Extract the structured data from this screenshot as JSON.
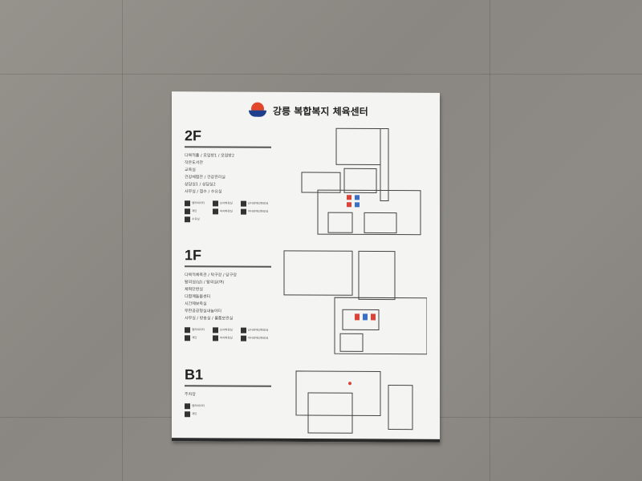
{
  "sign": {
    "title": "강릉 복합복지 체육센터",
    "floors": [
      {
        "name": "2F",
        "rooms": [
          "다목적홀 / 모임방1 / 모임방2",
          "작은도서관",
          "교육실",
          "건강체험관 / 건강관리실",
          "상담실1 / 상담실2",
          "사무실 / 접수 / 수유실"
        ],
        "legend": [
          "엘리베이터",
          "남자화장실",
          "남자장애인화장실",
          "계단",
          "여자화장실",
          "여자장애인화장실",
          "수유실"
        ]
      },
      {
        "name": "1F",
        "rooms": [
          "다목적체육관 / 탁구장 / 당구장",
          "탈의실(남) / 탈의실(여)",
          "체력단련실",
          "다함께돌봄센터",
          "시간제보육실",
          "무한공공형실내놀이터",
          "사무실 / 방송실 / 물품보관실"
        ],
        "legend": [
          "엘리베이터",
          "남자화장실",
          "남자장애인화장실",
          "계단",
          "여자화장실",
          "여자장애인화장실"
        ]
      },
      {
        "name": "B1",
        "rooms": [
          "주차장"
        ],
        "legend": [
          "엘리베이터",
          "계단"
        ]
      }
    ],
    "colors": {
      "logo_red": "#e2462b",
      "logo_blue": "#1e3f8c",
      "restroom_red": "#d8443a",
      "restroom_blue": "#3a6fc4"
    }
  }
}
